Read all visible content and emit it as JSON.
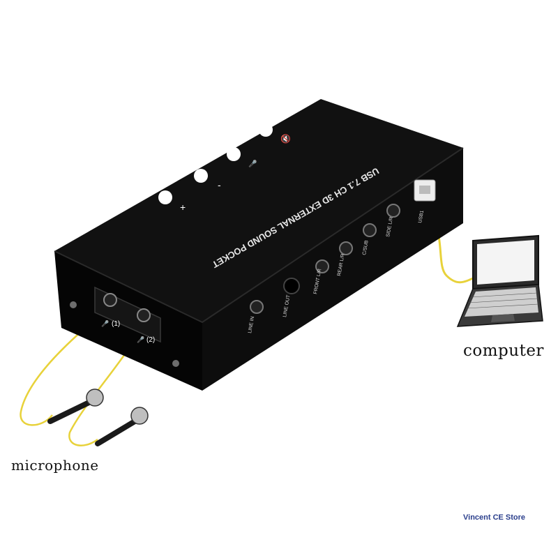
{
  "device": {
    "top_label": "USB 7.1 CH 3D EXTERNAL SOUND POCKET",
    "buttons": [
      "+",
      "-",
      "mic-mute",
      "speaker-mute"
    ],
    "ports": [
      {
        "label": "LINE IN"
      },
      {
        "label": "LINE OUT"
      },
      {
        "label": "FRONT L/R"
      },
      {
        "label": "REAR L/R"
      },
      {
        "label": "C/SUB"
      },
      {
        "label": "SIDE L/R"
      },
      {
        "label": "USB1"
      }
    ],
    "mic_ports": [
      {
        "label": "(1)"
      },
      {
        "label": "(2)"
      }
    ],
    "colors": {
      "body": "#0b0b0b",
      "cable": "#e8d23a",
      "button": "#ffffff"
    }
  },
  "labels": {
    "computer": "computer",
    "microphone": "microphone",
    "store": "Vincent CE Store"
  }
}
